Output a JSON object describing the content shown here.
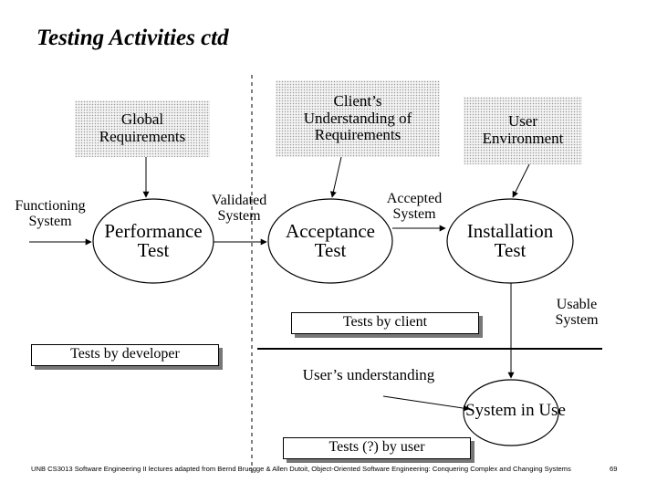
{
  "title": "Testing Activities ctd",
  "inputs": {
    "global_requirements": "Global Requirements",
    "clients_understanding": "Client’s Understanding of Requirements",
    "user_environment": "User Environment"
  },
  "flows": {
    "functioning_system": "Functioning System",
    "validated_system": "Validated System",
    "accepted_system": "Accepted System",
    "usable_system": "Usable System",
    "users_understanding": "User’s understanding"
  },
  "activities": {
    "performance_test": "Performance Test",
    "acceptance_test": "Acceptance Test",
    "installation_test": "Installation Test",
    "system_in_use": "System in Use"
  },
  "tags": {
    "tests_by_client": "Tests by client",
    "tests_by_developer": "Tests by developer",
    "tests_by_user": "Tests (?) by user"
  },
  "footer": "UNB CS3013 Software Engineering II lectures adapted from Bernd Bruegge & Allen Dutoit, Object-Oriented Software Engineering: Conquering Complex and Changing Systems",
  "page_number": "69"
}
